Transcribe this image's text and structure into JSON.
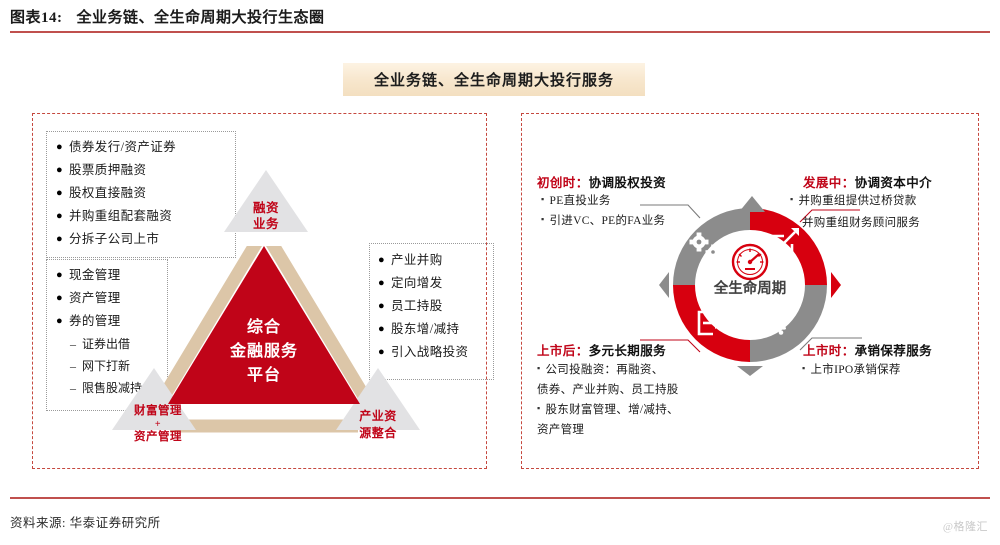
{
  "header": {
    "figure_number": "图表14:",
    "figure_title": "全业务链、全生命周期大投行生态圈"
  },
  "banner": {
    "text": "全业务链、全生命周期大投行服务"
  },
  "left_panel": {
    "financing_box": {
      "items": [
        "债券发行/资产证券",
        "股票质押融资",
        "股权直接融资",
        "并购重组配套融资",
        "分拆子公司上市"
      ]
    },
    "wealth_box": {
      "items": [
        "现金管理",
        "资产管理",
        "券的管理"
      ],
      "sub_items": [
        "证券出借",
        "网下打新",
        "限售股减持"
      ]
    },
    "industry_box": {
      "items": [
        "产业并购",
        "定向增发",
        "员工持股",
        "股东增/减持",
        "引入战略投资"
      ]
    },
    "triangle": {
      "center_line1": "综合",
      "center_line2": "金融服务",
      "center_line3": "平台",
      "top_line1": "融资",
      "top_line2": "业务",
      "left_line1": "财富管理",
      "left_plus": "+",
      "left_line2": "资产管理",
      "right_line1": "产业资",
      "right_line2": "源整合"
    }
  },
  "right_panel": {
    "cycle_center": "全生命周期",
    "quadrants": [
      {
        "stage": "初创时：",
        "desc": "协调股权投资",
        "lines": [
          "PE直投业务",
          "引进VC、PE的FA业务"
        ]
      },
      {
        "stage": "发展中：",
        "desc": "协调资本中介",
        "lines": [
          "并购重组提供过桥贷款",
          "并购重组财务顾问服务"
        ]
      },
      {
        "stage": "上市后：",
        "desc": "多元长期服务",
        "lines": [
          "公司投融资：再融资、",
          "债券、产业并购、员工持股",
          "股东财富管理、增/减持、",
          "资产管理"
        ]
      },
      {
        "stage": "上市时：",
        "desc": "承销保荐服务",
        "lines": [
          "上市IPO承销保荐"
        ]
      }
    ],
    "icons": {
      "top_left": "gears-icon",
      "top_right": "edit-pencil-icon",
      "bottom_right": "bell-icon",
      "bottom_left": "export-arrow-icon",
      "center": "gauge-speedometer-icon"
    }
  },
  "footer": {
    "source": "资料来源: 华泰证券研究所",
    "watermark": "@格隆汇"
  },
  "colors": {
    "brand_red": "#c00418",
    "rule_red": "#c0504d",
    "banner_tan": "#f5e3c6",
    "gray_triangle": "#e2e2e4",
    "tan_frame": "#dcc6a8",
    "cycle_gray": "#8c8c8c"
  }
}
